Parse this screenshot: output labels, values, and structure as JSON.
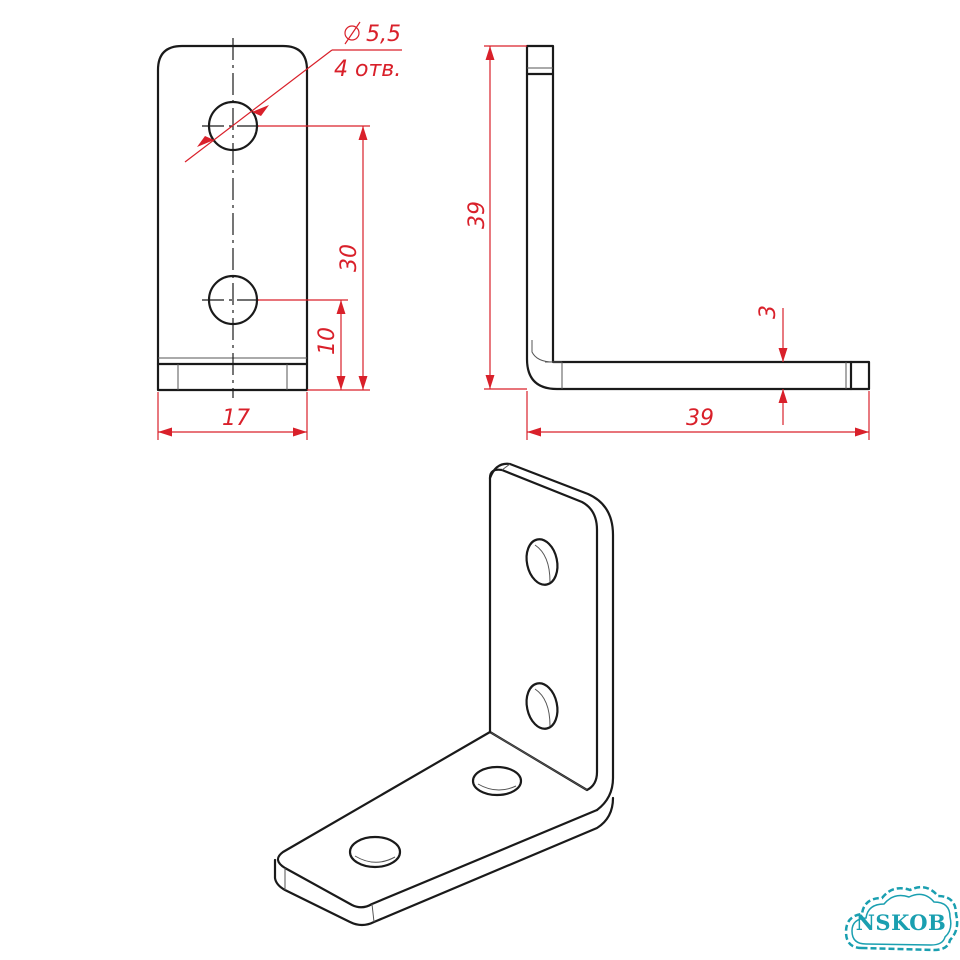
{
  "dimensions": {
    "hole_diameter": "5,5",
    "hole_count_note": "4 отв.",
    "width": "17",
    "hole_spacing": "30",
    "hole_offset": "10",
    "vertical_leg": "39",
    "horizontal_leg": "39",
    "thickness": "3"
  },
  "logo": {
    "text": "NSKOB"
  },
  "colors": {
    "line": "#1a1a1a",
    "dimension": "#d9202a",
    "logo": "#1a9fb0"
  }
}
